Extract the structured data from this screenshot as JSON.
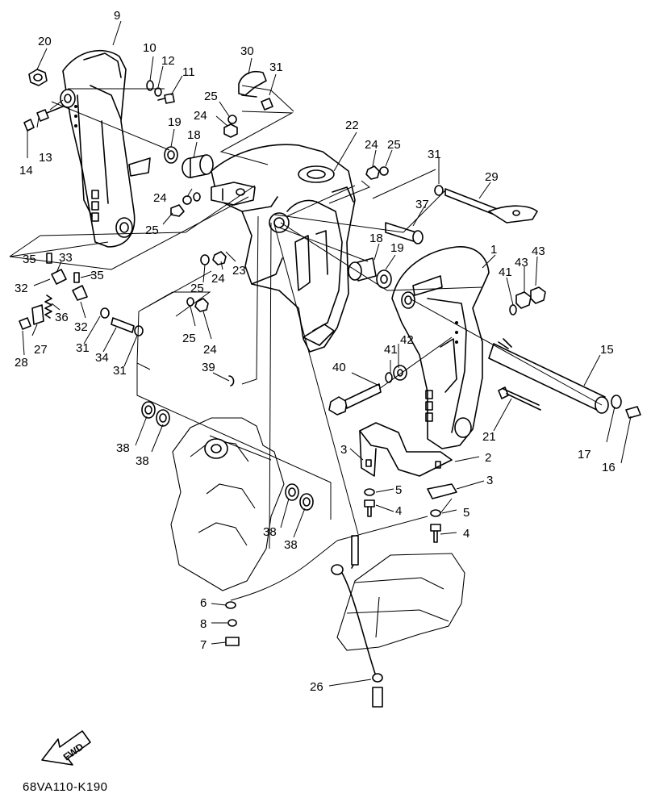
{
  "callouts": {
    "c1": "1",
    "c2": "2",
    "c3a": "3",
    "c3b": "3",
    "c4a": "4",
    "c4b": "4",
    "c5a": "5",
    "c5b": "5",
    "c6": "6",
    "c7": "7",
    "c8": "8",
    "c9": "9",
    "c10": "10",
    "c11": "11",
    "c12": "12",
    "c13": "13",
    "c14": "14",
    "c15": "15",
    "c16": "16",
    "c17": "17",
    "c18a": "18",
    "c18b": "18",
    "c19a": "19",
    "c19b": "19",
    "c20": "20",
    "c21": "21",
    "c22": "22",
    "c23": "23",
    "c24a": "24",
    "c24b": "24",
    "c24c": "24",
    "c24d": "24",
    "c24e": "24",
    "c25a": "25",
    "c25b": "25",
    "c25c": "25",
    "c25d": "25",
    "c25e": "25",
    "c26": "26",
    "c27": "27",
    "c28": "28",
    "c29": "29",
    "c30": "30",
    "c31a": "31",
    "c31b": "31",
    "c31c": "31",
    "c31d": "31",
    "c32a": "32",
    "c32b": "32",
    "c33": "33",
    "c34": "34",
    "c35a": "35",
    "c35b": "35",
    "c36": "36",
    "c37": "37",
    "c38a": "38",
    "c38b": "38",
    "c38c": "38",
    "c38d": "38",
    "c39": "39",
    "c40": "40",
    "c41a": "41",
    "c41b": "41",
    "c42": "42",
    "c43a": "43",
    "c43b": "43"
  },
  "fwd_label": "FWD",
  "reference_code": "68VA110-K190"
}
